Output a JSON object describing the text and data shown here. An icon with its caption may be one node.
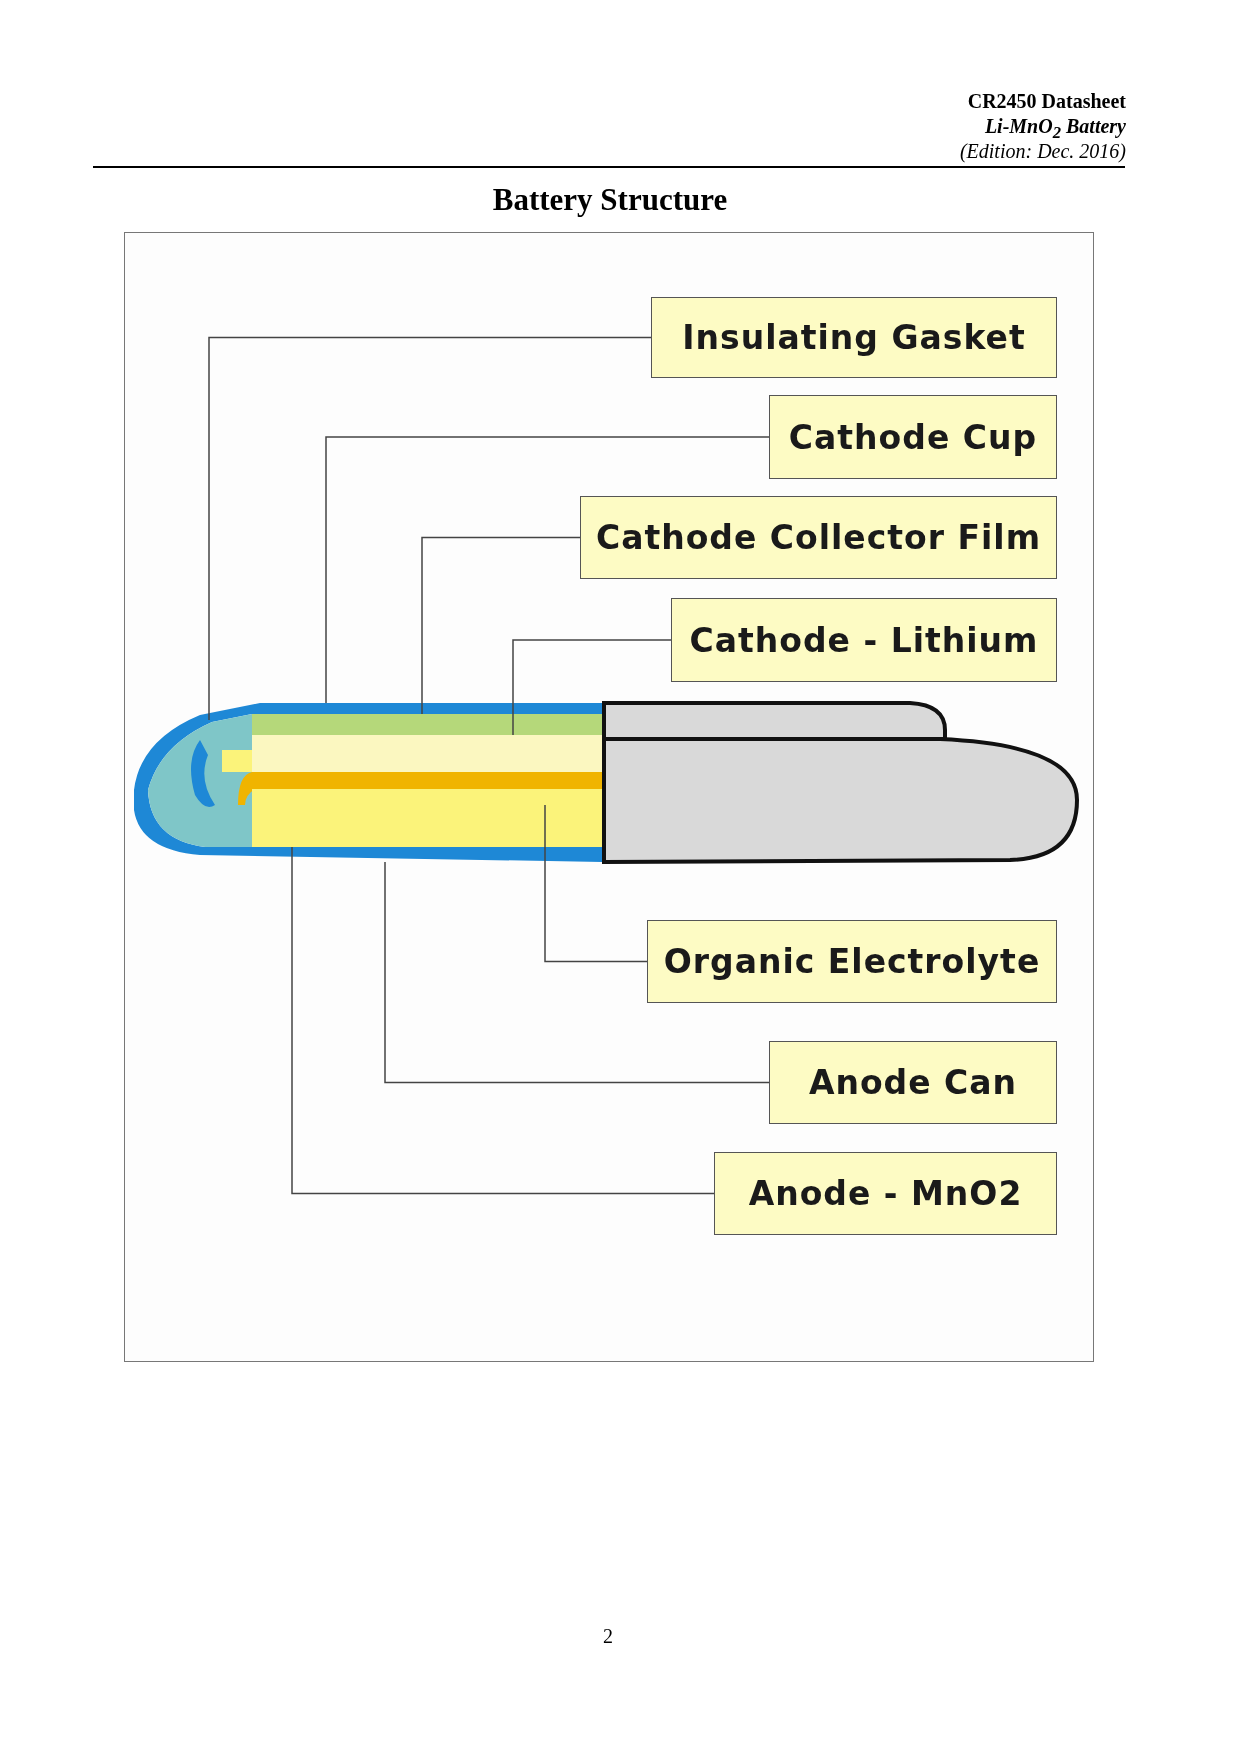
{
  "diagram": {
    "title": "Battery Structure",
    "nodes": [
      {
        "text": [
          "Insulating Gasket"
        ]
      },
      {
        "text": [
          "Cathode Cup"
        ]
      },
      {
        "text": [
          "Cathode Collector Film"
        ]
      },
      {
        "text": [
          "Cathode - Lithium"
        ]
      },
      {
        "text": [
          "Organic  Electrolyte"
        ]
      },
      {
        "text": [
          "Anode Can"
        ]
      },
      {
        "text": [
          "Anode - MnO2"
        ]
      },
      {
        "text": [],
        "shape": "band"
      },
      {
        "text": [],
        "shape": "band"
      },
      {
        "text": [],
        "shape": "band"
      },
      {
        "text": [],
        "shape": "band"
      },
      {
        "text": [],
        "shape": "band"
      },
      {
        "text": [],
        "shape": "band"
      },
      {
        "text": [],
        "shape": "band"
      }
    ],
    "edges": [
      {
        "from": 0,
        "to": 7,
        "arrow": "none"
      },
      {
        "from": 1,
        "to": 8,
        "arrow": "none"
      },
      {
        "from": 2,
        "to": 9,
        "arrow": "none"
      },
      {
        "from": 3,
        "to": 10,
        "arrow": "none"
      },
      {
        "from": 4,
        "to": 11,
        "arrow": "none"
      },
      {
        "from": 5,
        "to": 12,
        "arrow": "none"
      },
      {
        "from": 6,
        "to": 13,
        "arrow": "none"
      }
    ],
    "labels": [
      "CR2450 Datasheet",
      "Li-MnO$_{2}$ Battery",
      "(Edition:  Dec.  2016)",
      "2"
    ]
  }
}
